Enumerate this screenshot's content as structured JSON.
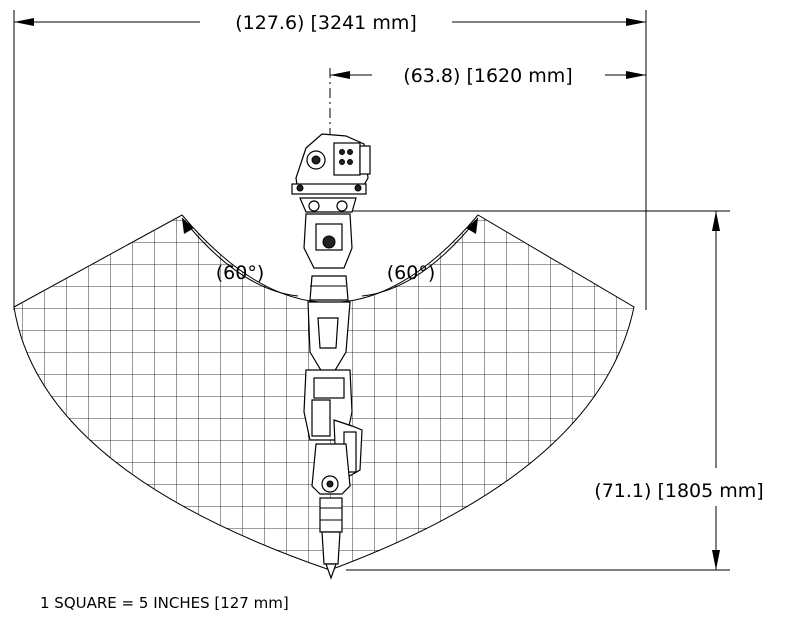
{
  "dimensions": {
    "overall_width": "(127.6) [3241 mm]",
    "half_width": "(63.8) [1620 mm]",
    "height": "(71.1) [1805 mm]"
  },
  "angles": {
    "left": "(60°)",
    "right": "(60°)"
  },
  "note": "1 SQUARE = 5 INCHES [127 mm]"
}
